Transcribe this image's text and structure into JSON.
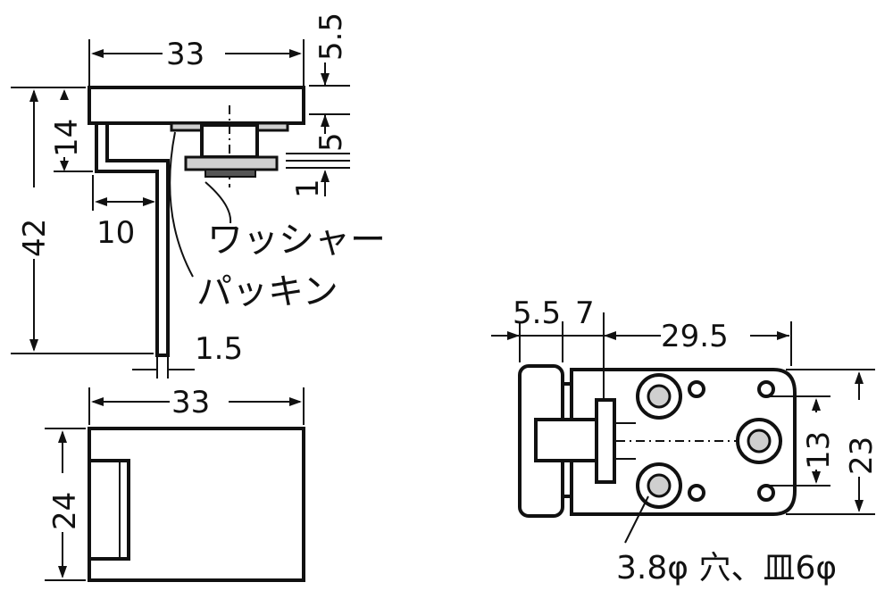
{
  "colors": {
    "line": "#111111",
    "background": "#ffffff",
    "shade": "#cfcfcf"
  },
  "side_view": {
    "width_top": "33",
    "top_gap": "5.5",
    "height_total": "42",
    "flange": "14",
    "offset": "10",
    "thickness": "1.5",
    "gap_five": "5",
    "gap_one": "1",
    "washer_label": "ワッシャー",
    "packing_label": "パッキン"
  },
  "front_view": {
    "width": "33",
    "height": "24"
  },
  "plan_view": {
    "dim_a": "5.5",
    "dim_b": "7",
    "dim_c": "29.5",
    "dim_d": "13",
    "dim_e": "23",
    "hole_note": "3.8φ 穴、皿6φ"
  }
}
